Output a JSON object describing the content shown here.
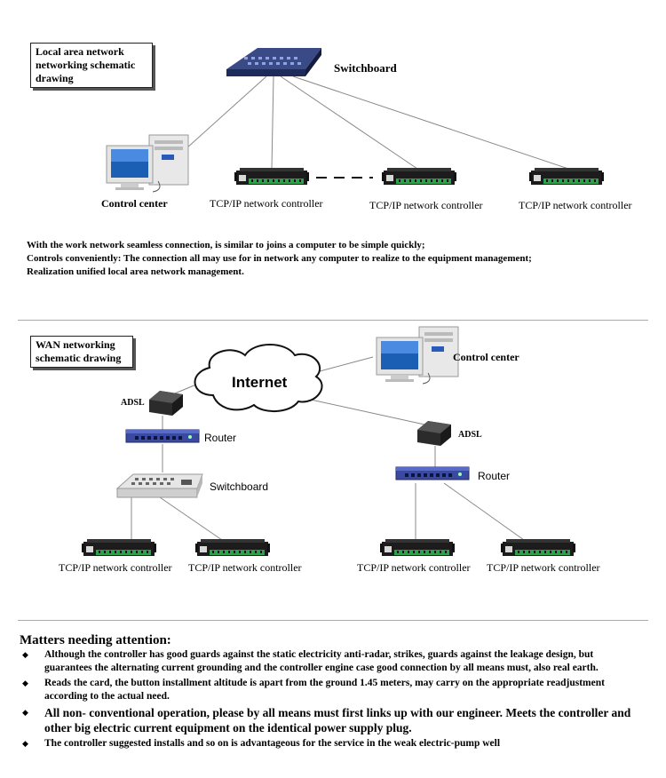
{
  "lan": {
    "title": "Local area network\nnetworking schematic\ndrawing",
    "switchboard_label": "Switchboard",
    "control_center_label": "Control center",
    "controller_labels": [
      "TCP/IP network controller",
      "TCP/IP network controller",
      "TCP/IP network controller"
    ],
    "paragraph": [
      "With the work network seamless connection, is similar to joins a computer to be simple quickly;",
      "Controls conveniently: The connection all may use for in network any computer to realize to the equipment management;",
      "Realization unified local area network management."
    ]
  },
  "wan": {
    "title": "WAN networking\nschematic drawing",
    "internet_label": "Internet",
    "control_center_label": "Control center",
    "adsl_label_left": "ADSL",
    "adsl_label_right": "ADSL",
    "router_label_left": "Router",
    "router_label_right": "Router",
    "switchboard_label": "Switchboard",
    "controller_labels": [
      "TCP/IP network controller",
      "TCP/IP network controller",
      "TCP/IP network controller",
      "TCP/IP network controller"
    ]
  },
  "notes": {
    "title": "Matters needing attention:",
    "items": [
      "Although the controller has good guards against the static electricity anti-radar, strikes, guards against the leakage design, but guarantees the alternating current grounding and the controller engine case good connection by all means must, also real earth.",
      "Reads the card, the button installment altitude is apart from the ground 1.45 meters, may carry on the appropriate readjustment according to the actual need.",
      "All non- conventional operation, please by all means must first links up with our engineer. Meets the controller and other big electric current equipment on the identical power supply plug.",
      "The controller suggested installs and so on is advantageous for the service in the weak electric-pump well"
    ]
  },
  "colors": {
    "line": "#888888",
    "device_dark": "#1c1c1c",
    "device_green": "#2aa34a",
    "router_blue": "#3a4aa0",
    "rack_blue": "#2a3a7a"
  }
}
